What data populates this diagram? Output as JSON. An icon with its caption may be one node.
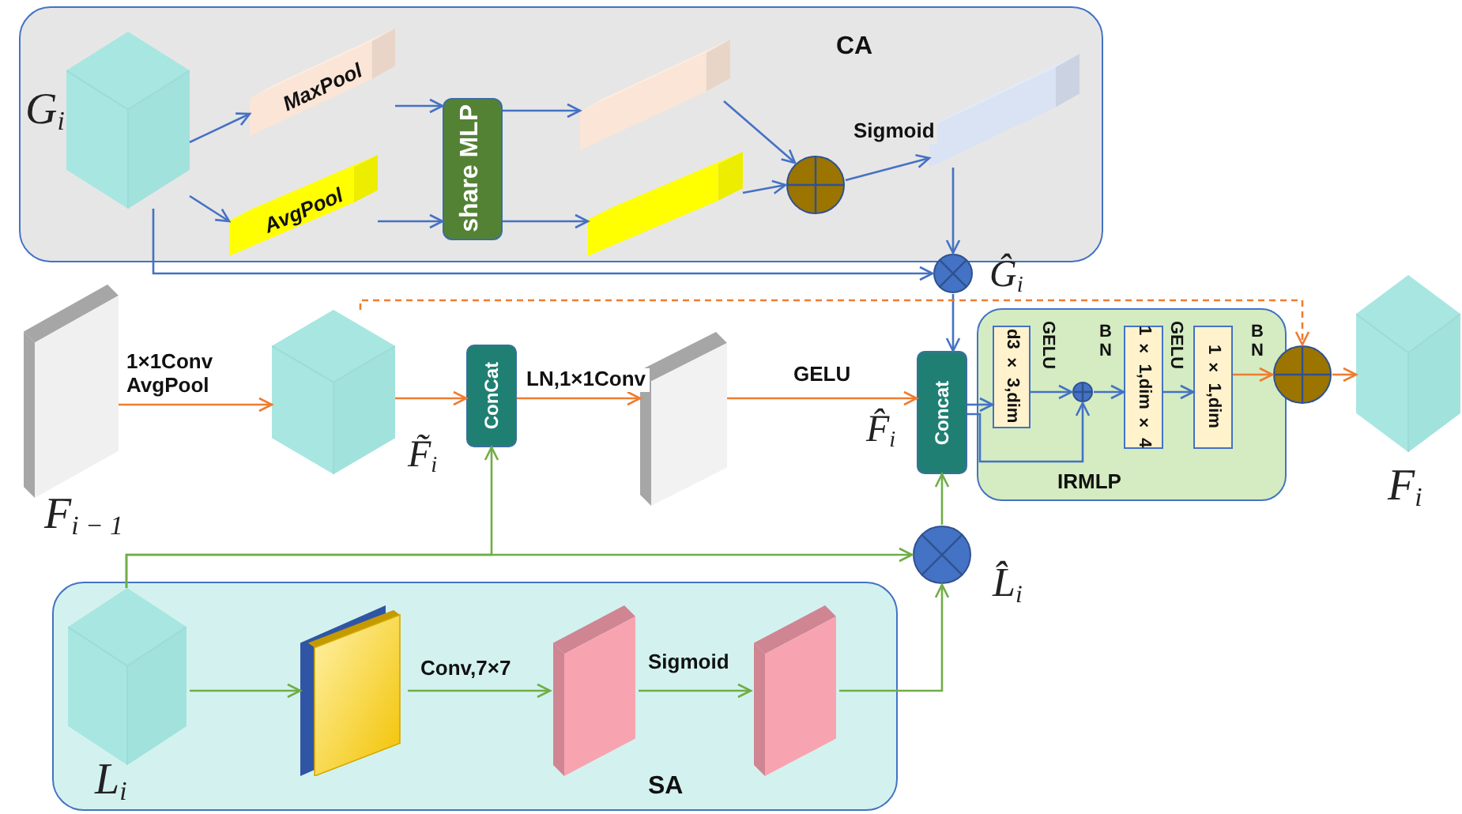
{
  "diagram": {
    "nodes": [
      {
        "text": [
          "CA"
        ]
      },
      {
        "text": [],
        "shape": "box",
        "in": 0,
        "beside": [
          "G$_{i}$"
        ]
      },
      {
        "text": [
          "MaxPool"
        ],
        "in": 0
      },
      {
        "text": [
          "AvgPool"
        ],
        "in": 0
      },
      {
        "text": [
          "share MLP"
        ],
        "in": 0
      },
      {
        "text": [],
        "shape": "bar",
        "in": 0
      },
      {
        "text": [],
        "shape": "bar",
        "in": 0
      },
      {
        "text": [],
        "shape": "circle",
        "in": 0
      },
      {
        "text": [],
        "shape": "bar",
        "in": 0
      },
      {
        "text": [],
        "shape": "circle",
        "beside": [
          "Ĝ$_{i}$"
        ]
      },
      {
        "text": [],
        "shape": "box",
        "beside": [
          "F$_{i − 1}$"
        ]
      },
      {
        "text": [],
        "shape": "box",
        "beside": [
          "F̃$_{i}$"
        ]
      },
      {
        "text": [
          "ConCat"
        ]
      },
      {
        "text": [],
        "shape": "box"
      },
      {
        "text": [
          "Concat"
        ],
        "beside": [
          "F̂$_{i}$"
        ]
      },
      {
        "text": [
          "IRMLP"
        ]
      },
      {
        "text": [
          "d3 × 3,dim"
        ],
        "in": 15
      },
      {
        "text": [],
        "shape": "circle",
        "in": 15
      },
      {
        "text": [
          "1 × 1,dim × 4"
        ],
        "in": 15
      },
      {
        "text": [
          "1 × 1,dim"
        ],
        "in": 15
      },
      {
        "text": [],
        "shape": "circle"
      },
      {
        "text": [],
        "shape": "box",
        "beside": [
          "F$_{i}$"
        ]
      },
      {
        "text": [],
        "shape": "circle",
        "beside": [
          "L̂$_{i}$"
        ]
      },
      {
        "text": [
          "SA"
        ]
      },
      {
        "text": [],
        "shape": "box",
        "in": 23,
        "beside": [
          "L$_{i}$"
        ]
      },
      {
        "text": [],
        "shape": "box",
        "in": 23
      },
      {
        "text": [],
        "shape": "box",
        "in": 23
      },
      {
        "text": [],
        "shape": "box",
        "in": 23
      }
    ],
    "edges": [
      {
        "from": 1,
        "to": 2,
        "arrow": "to"
      },
      {
        "from": 1,
        "to": 3,
        "arrow": "to"
      },
      {
        "from": 2,
        "to": 4,
        "arrow": "to"
      },
      {
        "from": 3,
        "to": 4,
        "arrow": "to"
      },
      {
        "from": 4,
        "to": 5,
        "arrow": "to"
      },
      {
        "from": 4,
        "to": 6,
        "arrow": "to"
      },
      {
        "from": 5,
        "to": 7,
        "arrow": "to"
      },
      {
        "from": 6,
        "to": 7,
        "arrow": "to"
      },
      {
        "from": 7,
        "to": 8,
        "arrow": "to",
        "label": "Sigmoid"
      },
      {
        "from": 8,
        "to": 9,
        "arrow": "to"
      },
      {
        "from": 1,
        "to": 9,
        "arrow": "to"
      },
      {
        "from": 9,
        "to": 14,
        "arrow": "to"
      },
      {
        "from": 14,
        "to": 16,
        "arrow": "to"
      },
      {
        "from": 16,
        "to": 17,
        "arrow": "to"
      },
      {
        "from": 14,
        "to": 17,
        "arrow": "to"
      },
      {
        "from": 17,
        "to": 18,
        "arrow": "to"
      },
      {
        "from": 18,
        "to": 19,
        "arrow": "to"
      },
      {
        "from": 19,
        "to": 20,
        "arrow": "to",
        "color": "#ed7d31"
      },
      {
        "from": 20,
        "to": 21,
        "arrow": "to",
        "color": "#ed7d31"
      },
      {
        "from": 10,
        "to": 11,
        "arrow": "to",
        "label": "1×1Conv AvgPool",
        "color": "#ed7d31"
      },
      {
        "from": 11,
        "to": 12,
        "arrow": "to",
        "color": "#ed7d31"
      },
      {
        "from": 12,
        "to": 13,
        "arrow": "to",
        "label": "LN,1×1Conv",
        "color": "#ed7d31"
      },
      {
        "from": 13,
        "to": 14,
        "arrow": "to",
        "label": "GELU",
        "color": "#ed7d31"
      },
      {
        "from": 11,
        "to": 20,
        "arrow": "to",
        "style": "dashed",
        "color": "#ed7d31"
      },
      {
        "from": 24,
        "to": 12,
        "arrow": "to",
        "color": "#70ad47"
      },
      {
        "from": 24,
        "to": 22,
        "arrow": "to",
        "color": "#70ad47"
      },
      {
        "from": 24,
        "to": 25,
        "arrow": "to",
        "color": "#70ad47"
      },
      {
        "from": 25,
        "to": 26,
        "arrow": "to",
        "label": "Conv,7×7",
        "color": "#70ad47"
      },
      {
        "from": 26,
        "to": 27,
        "arrow": "to",
        "label": "Sigmoid",
        "color": "#70ad47"
      },
      {
        "from": 27,
        "to": 22,
        "arrow": "to",
        "color": "#70ad47"
      },
      {
        "from": 22,
        "to": 14,
        "arrow": "to",
        "color": "#70ad47"
      }
    ],
    "labels": [
      "GELU",
      "B N",
      "GELU",
      "B N"
    ]
  }
}
